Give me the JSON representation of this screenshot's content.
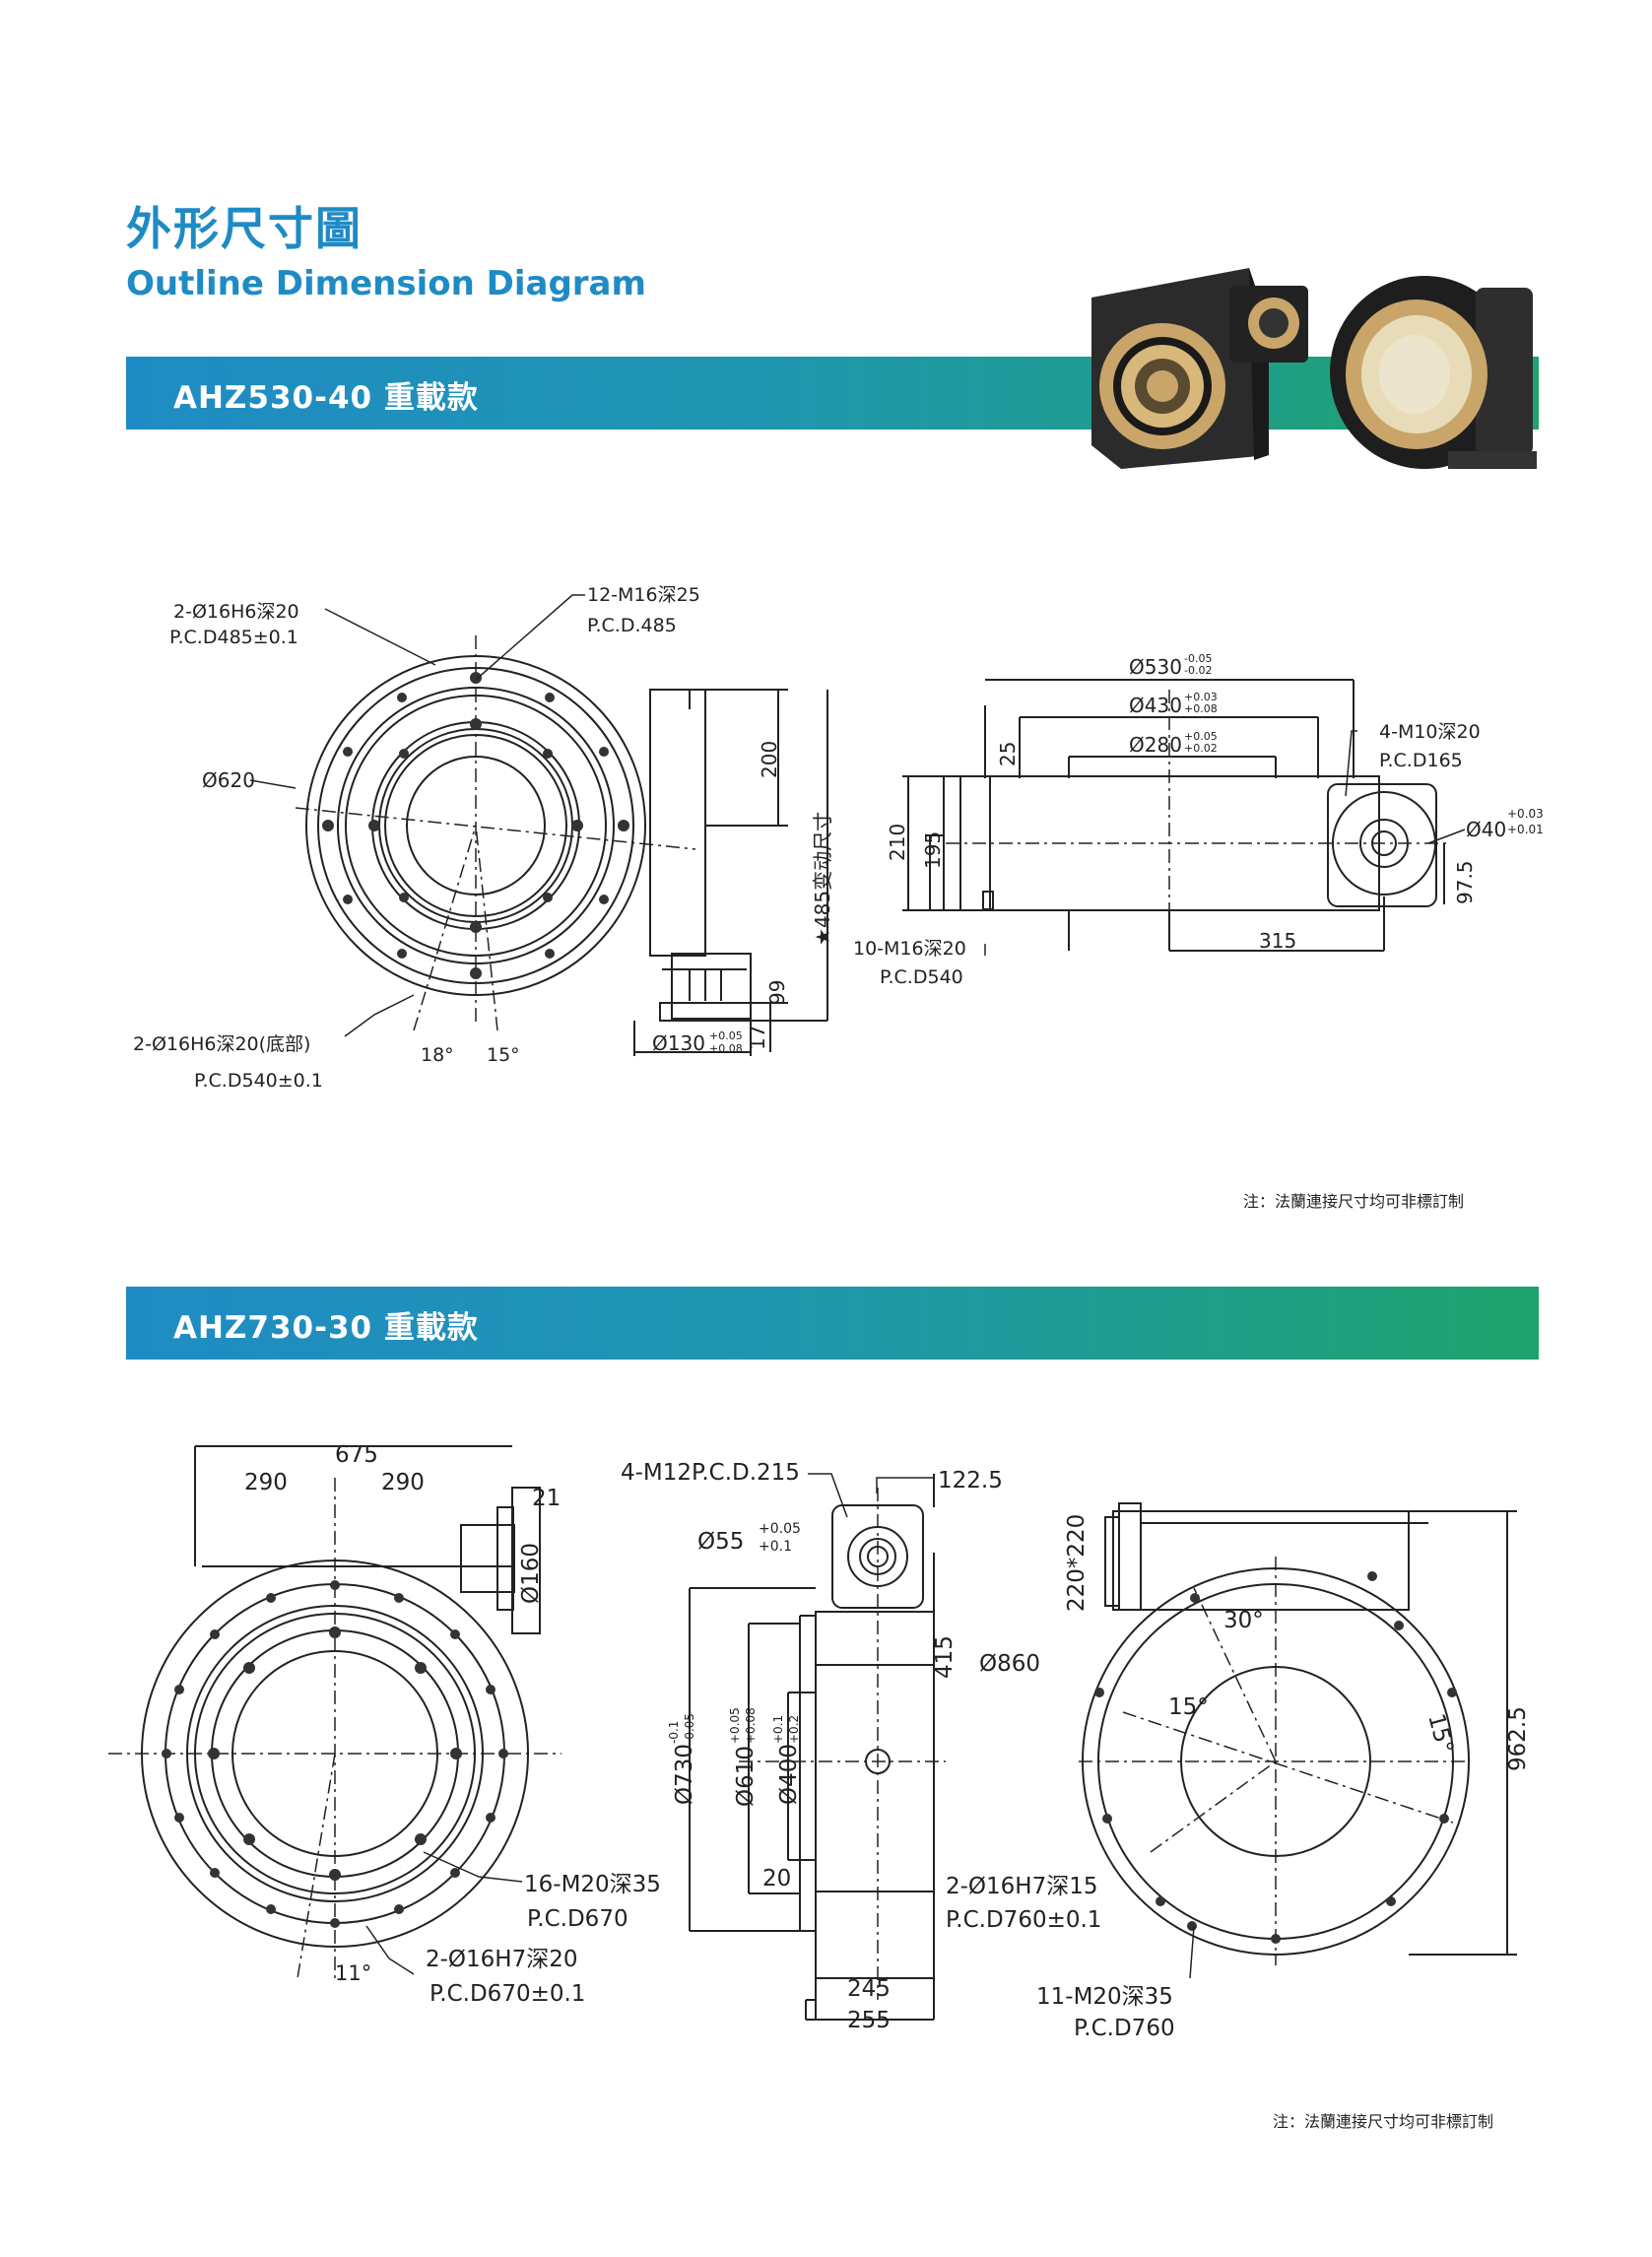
{
  "header": {
    "title_cn": "外形尺寸圖",
    "title_en": "Outline Dimension Diagram"
  },
  "sections": [
    {
      "model": "AHZ530-40 重載款",
      "note": "注：法蘭連接尺寸均可非標訂制",
      "labels": {
        "holes_a": "2-Ø16H6深20",
        "holes_a_pcd": "P.C.D485±0.1",
        "tapped_a": "12-M16深25",
        "tapped_a_pcd": "P.C.D.485",
        "dia_620": "Ø620",
        "holes_b": "2-Ø16H6深20(底部)",
        "holes_b_pcd": "P.C.D540±0.1",
        "angle_18": "18°",
        "angle_15": "15°",
        "dim_200": "200",
        "dim_485_var": "★485变动尺寸",
        "dim_99": "99",
        "dim_17": "17",
        "dia_130": "Ø130",
        "dia_130_tol_up": "+0.05",
        "dia_130_tol_dn": "+0.08",
        "dia_530": "Ø530",
        "dia_530_tol_up": "-0.05",
        "dia_530_tol_dn": "-0.02",
        "dia_430": "Ø430",
        "dia_430_tol_up": "+0.03",
        "dia_430_tol_dn": "+0.08",
        "dia_280": "Ø280",
        "dia_280_tol_up": "+0.05",
        "dia_280_tol_dn": "+0.02",
        "dim_25": "25",
        "dim_210": "210",
        "dim_195": "195",
        "tapped_c": "10-M16深20",
        "tapped_c_pcd": "P.C.D540",
        "dim_315": "315",
        "tapped_d": "4-M10深20",
        "tapped_d_pcd": "P.C.D165",
        "dia_40": "Ø40",
        "dia_40_tol_up": "+0.03",
        "dia_40_tol_dn": "+0.01",
        "dim_97_5": "97.5"
      }
    },
    {
      "model": "AHZ730-30 重載款",
      "note": "注：法蘭連接尺寸均可非標訂制",
      "labels": {
        "dim_675": "675",
        "dim_290a": "290",
        "dim_290b": "290",
        "dim_21": "21",
        "dia_160": "Ø160",
        "tapped_a": "16-M20深35",
        "tapped_a_pcd": "P.C.D670",
        "holes_a": "2-Ø16H7深20",
        "holes_a_pcd": "P.C.D670±0.1",
        "angle_11": "11°",
        "tapped_b": "4-M12P.C.D.215",
        "dia_55": "Ø55",
        "dia_55_tol_up": "+0.05",
        "dia_55_tol_dn": "+0.1",
        "dim_122_5": "122.5",
        "dim_415": "415",
        "dia_730": "Ø730",
        "dia_730_tol_up": "-0.1",
        "dia_730_tol_dn": "-0.05",
        "dia_610": "Ø610",
        "dia_610_tol_up": "+0.05",
        "dia_610_tol_dn": "+0.08",
        "dia_400": "Ø400",
        "dia_400_tol_up": "+0.1",
        "dia_400_tol_dn": "+0.2",
        "dim_20": "20",
        "dim_245": "245",
        "dim_255": "255",
        "dim_220x220": "220*220",
        "dia_860": "Ø860",
        "angle_30": "30°",
        "angle_15a": "15°",
        "angle_15b": "15°",
        "dim_962_5": "962.5",
        "holes_b": "2-Ø16H7深15",
        "holes_b_pcd": "P.C.D760±0.1",
        "tapped_c": "11-M20深35",
        "tapped_c_pcd": "P.C.D760"
      }
    }
  ]
}
